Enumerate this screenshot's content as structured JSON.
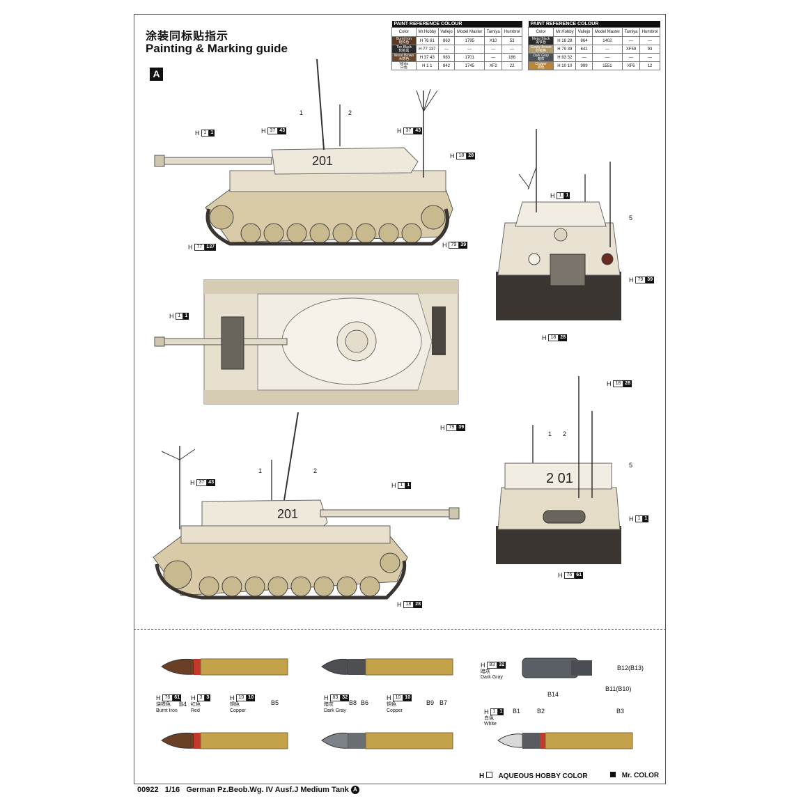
{
  "title_cn": "涂装同标贴指示",
  "title_en": "Painting & Marking guide",
  "scheme_badge": "A",
  "ref_tables": [
    {
      "header": "PAINT REFERENCE COLOUR",
      "columns": [
        "Color",
        "Mr.Hobby",
        "Vallejo",
        "Model Master",
        "Tamiya",
        "Humbrol"
      ],
      "rows": [
        {
          "color": "Burnt Iron",
          "color_cn": "烧铁色",
          "swatch": "#5a3a24",
          "mr": "H 76 61",
          "vallejo": "863",
          "mm": "1795",
          "tamiya": "X10",
          "humbrol": "53"
        },
        {
          "color": "Tire Black",
          "color_cn": "轮胎黑",
          "swatch": "#2b2b2b",
          "mr": "H 77 137",
          "vallejo": "—",
          "mm": "—",
          "tamiya": "—",
          "humbrol": "—"
        },
        {
          "color": "Wood Brown",
          "color_cn": "木棕色",
          "swatch": "#6b4a2b",
          "mr": "H 37 43",
          "vallejo": "983",
          "mm": "1701",
          "tamiya": "—",
          "humbrol": "186"
        },
        {
          "color": "White",
          "color_cn": "白色",
          "swatch": "#ffffff",
          "mr": "H 1 1",
          "vallejo": "842",
          "mm": "1745",
          "tamiya": "XF2",
          "humbrol": "22"
        }
      ]
    },
    {
      "header": "PAINT REFERENCE COLOUR",
      "columns": [
        "Color",
        "Mr.Hobby",
        "Vallejo",
        "Model Master",
        "Tamiya",
        "Humbrol"
      ],
      "rows": [
        {
          "color": "Metal Black",
          "color_cn": "黑铁色",
          "swatch": "#2a2a2a",
          "mr": "H 18 28",
          "vallejo": "864",
          "mm": "1402",
          "tamiya": "—",
          "humbrol": "—"
        },
        {
          "color": "Sandy Brown",
          "color_cn": "砂棕色",
          "swatch": "#b39a6a",
          "mr": "H 79 39",
          "vallejo": "842",
          "mm": "—",
          "tamiya": "XF59",
          "humbrol": "93"
        },
        {
          "color": "Dark Gray",
          "color_cn": "暗灰",
          "swatch": "#4d5257",
          "mr": "H 83 32",
          "vallejo": "—",
          "mm": "—",
          "tamiya": "—",
          "humbrol": "—"
        },
        {
          "color": "Copper",
          "color_cn": "铜色",
          "swatch": "#b8863a",
          "mr": "H 10 10",
          "vallejo": "999",
          "mm": "1551",
          "tamiya": "XF6",
          "humbrol": "12"
        }
      ]
    }
  ],
  "codes": {
    "side1_h1": [
      "H",
      "1",
      "1"
    ],
    "side1_h37a": [
      "H",
      "37",
      "43"
    ],
    "side1_h37b": [
      "H",
      "37",
      "43"
    ],
    "side1_h18": [
      "H",
      "18",
      "28"
    ],
    "side1_h77": [
      "H",
      "77",
      "137"
    ],
    "side1_h79": [
      "H",
      "79",
      "39"
    ],
    "front_h1": [
      "H",
      "1",
      "1"
    ],
    "front_h79": [
      "H",
      "79",
      "39"
    ],
    "front_h18": [
      "H",
      "18",
      "28"
    ],
    "top_h1": [
      "H",
      "1",
      "1"
    ],
    "top_h79": [
      "H",
      "79",
      "39"
    ],
    "side2_h37": [
      "H",
      "37",
      "43"
    ],
    "side2_h1": [
      "H",
      "1",
      "1"
    ],
    "side2_h18": [
      "H",
      "18",
      "28"
    ],
    "rear_h18": [
      "H",
      "18",
      "28"
    ],
    "rear_h1": [
      "H",
      "1",
      "1"
    ],
    "rear_h76": [
      "H",
      "76",
      "61"
    ],
    "ammo_h76": [
      "H",
      "76",
      "61"
    ],
    "ammo_h3": [
      "H",
      "3",
      "3"
    ],
    "ammo_h10a": [
      "H",
      "10",
      "10"
    ],
    "ammo_h83a": [
      "H",
      "83",
      "32"
    ],
    "ammo_h10b": [
      "H",
      "10",
      "10"
    ],
    "ammo_h83b": [
      "H",
      "83",
      "32"
    ],
    "ammo_h1": [
      "H",
      "1",
      "1"
    ]
  },
  "callouts": {
    "side1_1": "1",
    "side1_2": "2",
    "front_5": "5",
    "rear_1": "1",
    "rear_2": "2",
    "rear_5": "5",
    "side2_1": "1",
    "side2_2": "2"
  },
  "turret_number": "201",
  "rear_number": "2 01",
  "ammo": {
    "burnt_iron_cn": "烧铁色",
    "burnt_iron": "Burnt Iron",
    "red_cn": "红色",
    "red": "Red",
    "copper_cn": "铜色",
    "copper": "Copper",
    "dark_gray_cn": "暗灰",
    "dark_gray": "Dark Gray",
    "white_cn": "白色",
    "white": "White",
    "b4": "B4",
    "b5": "B5",
    "b6": "B6",
    "b7": "B7",
    "b8": "B8",
    "b9": "B9",
    "b1": "B1",
    "b2": "B2",
    "b3": "B3",
    "b11": "B11(B10)",
    "b12": "B12(B13)",
    "b14": "B14"
  },
  "legend": {
    "h_mark": "H",
    "aqueous": "AQUEOUS HOBBY COLOR",
    "mr_color": "Mr. COLOR"
  },
  "footer": {
    "code": "00922",
    "scale": "1/16",
    "name": "German Pz.Beob.Wg. IV Ausf.J Medium Tank",
    "scheme": "A"
  },
  "colors": {
    "tan": "#d9cba8",
    "white_camo": "#f1ece0",
    "track": "#3a3530",
    "brass": "#c4a24a",
    "red_band": "#c0392b"
  }
}
